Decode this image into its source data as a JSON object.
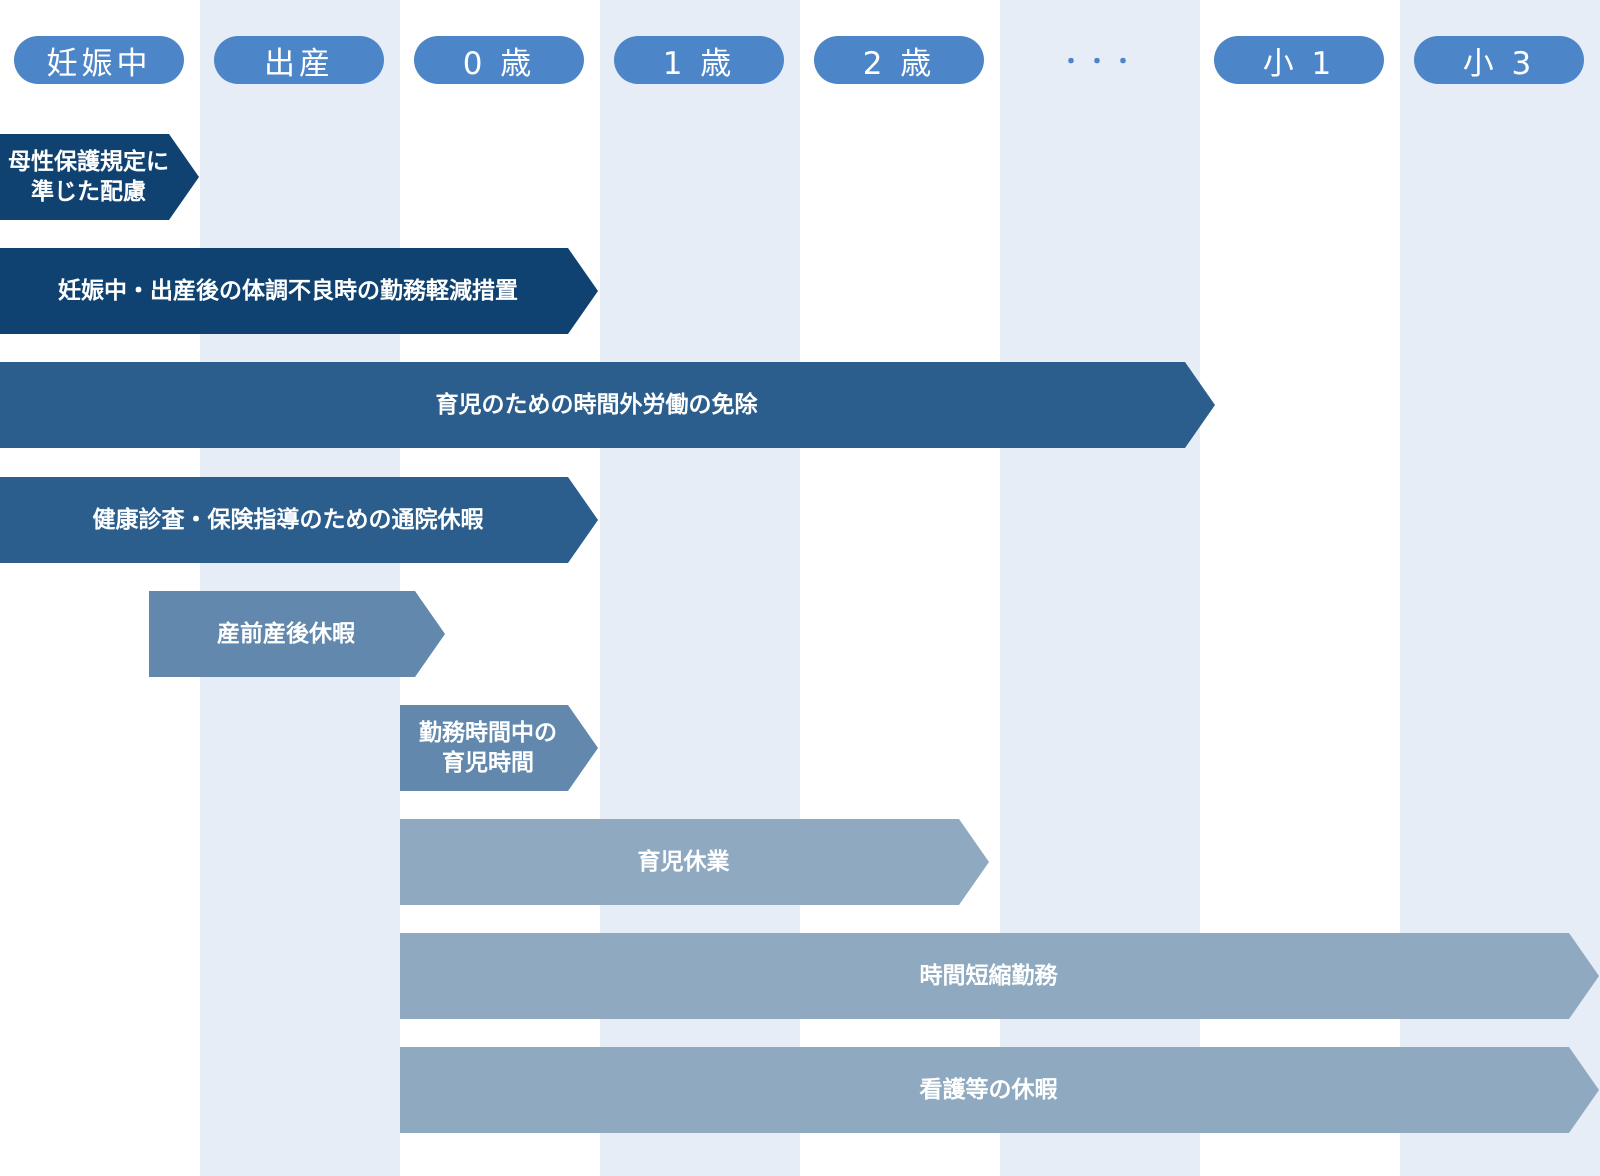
{
  "stages": [
    "妊娠中",
    "出産",
    "0 歳",
    "1 歳",
    "2 歳",
    "・・・",
    "小 1",
    "小 3"
  ],
  "colors": {
    "band": "#e7edf6",
    "pill": "#4d86c8",
    "bar_dark": "#0f4270",
    "bar_mid": "#2b5e8c",
    "bar_light": "#6289ad",
    "bar_pale": "#8fa9c1"
  },
  "measures": [
    {
      "label": "母性保護規定に\n準じた配慮",
      "color": "bar_dark"
    },
    {
      "label": "妊娠中・出産後の体調不良時の勤務軽減措置",
      "color": "bar_dark"
    },
    {
      "label": "育児のための時間外労働の免除",
      "color": "bar_mid"
    },
    {
      "label": "健康診査・保険指導のための通院休暇",
      "color": "bar_mid"
    },
    {
      "label": "産前産後休暇",
      "color": "bar_light"
    },
    {
      "label": "勤務時間中の\n育児時間",
      "color": "bar_light"
    },
    {
      "label": "育児休業",
      "color": "bar_pale"
    },
    {
      "label": "時間短縮勤務",
      "color": "bar_pale"
    },
    {
      "label": "看護等の休暇",
      "color": "bar_pale"
    }
  ]
}
